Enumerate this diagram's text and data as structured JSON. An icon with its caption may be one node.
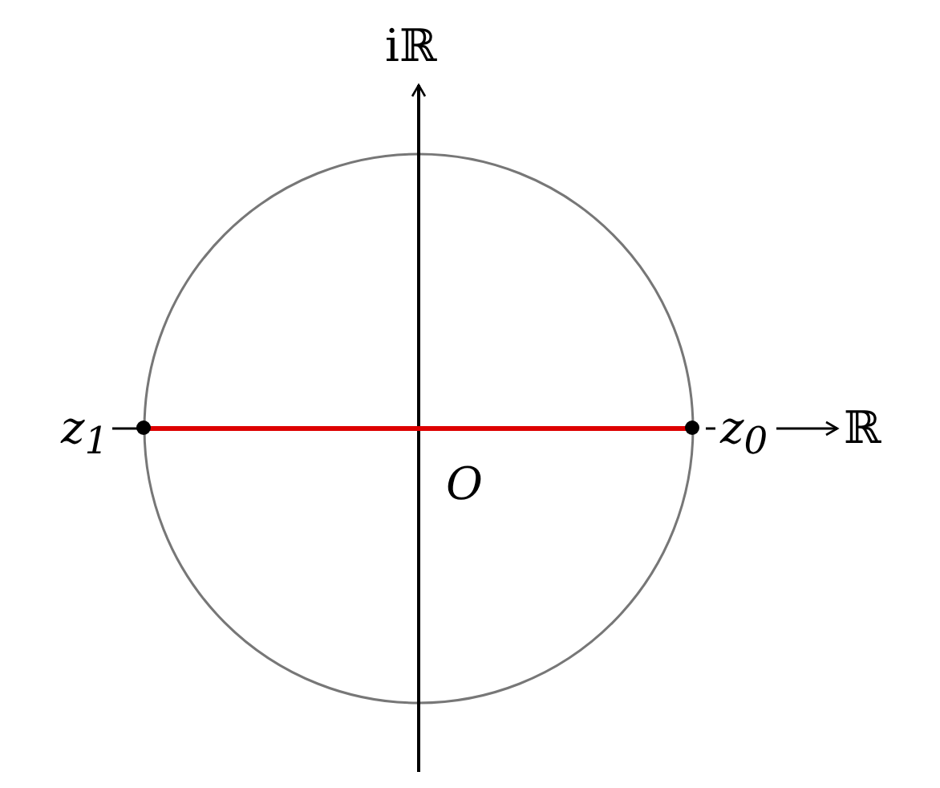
{
  "diagram": {
    "nodes": [
      {
        "text": [
          "z$_{1}$"
        ]
      },
      {
        "text": [
          "z$_{0}$"
        ]
      }
    ],
    "edges": [
      {
        "from": 0,
        "to": 1,
        "arrow": "none",
        "color": "#dd0000"
      }
    ],
    "labels": [
      "iℝ",
      "ℝ",
      "O"
    ]
  }
}
